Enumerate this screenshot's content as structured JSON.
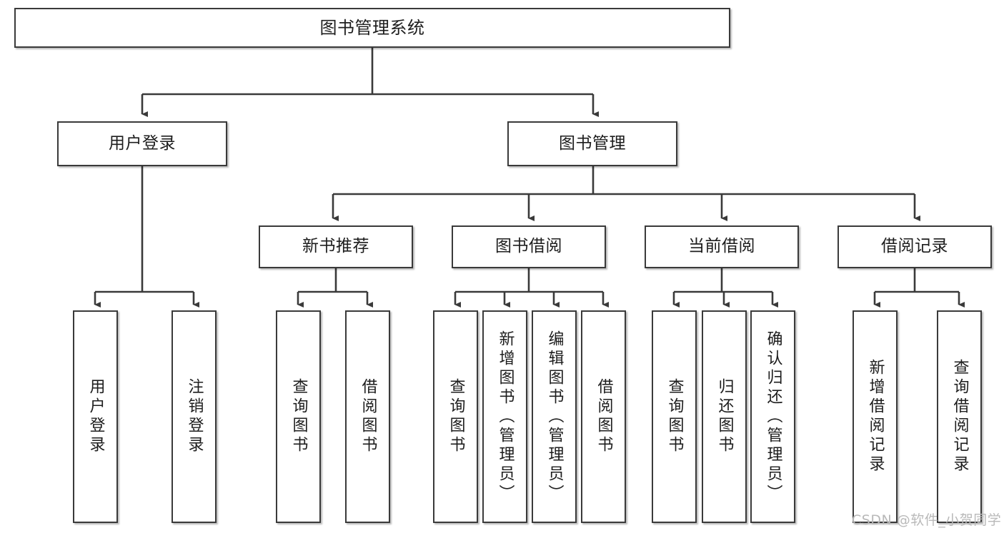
{
  "diagram": {
    "title": "图书管理系统",
    "watermark": "CSDN @软件_小贺同学",
    "edge_color": "#3a3a3a",
    "box_border_color": "#3a3a3a",
    "box_fill": "#ffffff",
    "text_color": "#1d1d1d"
  },
  "nodes": {
    "root": {
      "label": "图书管理系统"
    },
    "level2": [
      {
        "label": "用户登录"
      },
      {
        "label": "图书管理"
      }
    ],
    "level3": [
      {
        "label": "新书推荐"
      },
      {
        "label": "图书借阅"
      },
      {
        "label": "当前借阅"
      },
      {
        "label": "借阅记录"
      }
    ],
    "leaves": {
      "user_login": [
        {
          "label": "用户登录"
        },
        {
          "label": "注销登录"
        }
      ],
      "new_book": [
        {
          "label": "查询图书"
        },
        {
          "label": "借阅图书"
        }
      ],
      "book_borrow": [
        {
          "label": "查询图书"
        },
        {
          "label": "新增图书（管理员）"
        },
        {
          "label": "编辑图书（管理员）"
        },
        {
          "label": "借阅图书"
        }
      ],
      "current_borrow": [
        {
          "label": "查询图书"
        },
        {
          "label": "归还图书"
        },
        {
          "label": "确认归还（管理员）"
        }
      ],
      "borrow_record": [
        {
          "label": "新增借阅记录"
        },
        {
          "label": "查询借阅记录"
        }
      ]
    }
  }
}
